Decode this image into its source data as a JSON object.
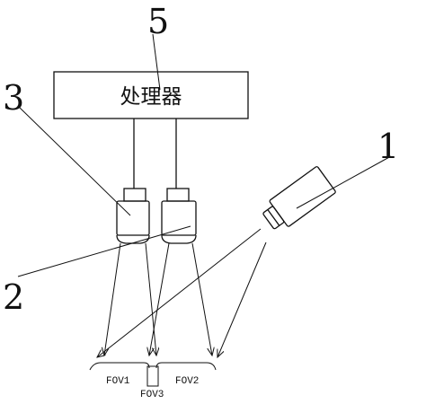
{
  "labels": {
    "processor_number": "5",
    "camera_left_number": "3",
    "camera_right_number": "2",
    "projector_number": "1"
  },
  "processor": {
    "text": "处理器"
  },
  "fov": {
    "left": "FOV1",
    "middle": "FOV3",
    "right": "FOV2"
  }
}
